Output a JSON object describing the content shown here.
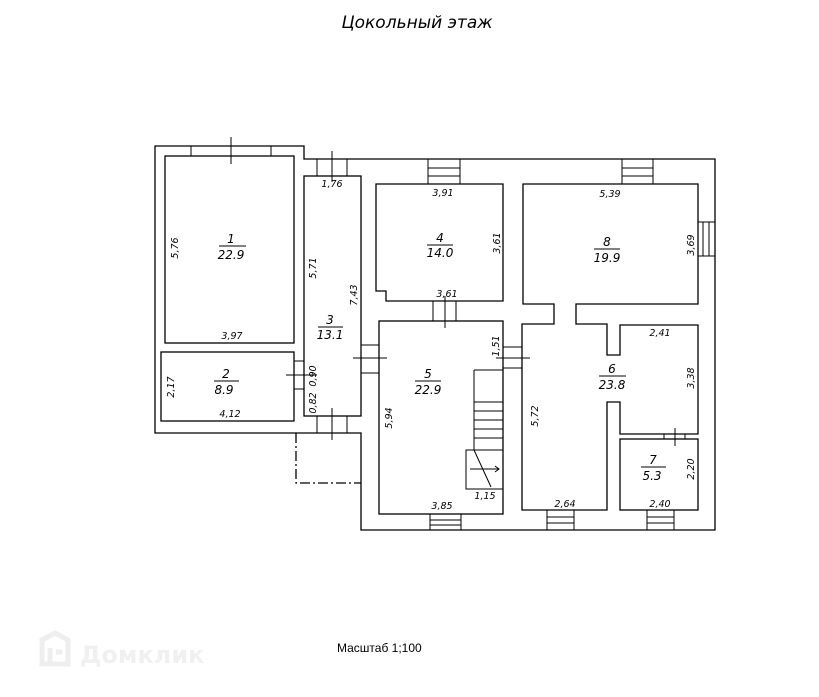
{
  "title": "Цокольный этаж",
  "scale_label": "Масштаб 1;100",
  "watermark": "Домклик",
  "rooms": [
    {
      "number": "1",
      "area": "22.9"
    },
    {
      "number": "2",
      "area": "8.9"
    },
    {
      "number": "3",
      "area": "13.1"
    },
    {
      "number": "4",
      "area": "14.0"
    },
    {
      "number": "5",
      "area": "22.9"
    },
    {
      "number": "6",
      "area": "23.8"
    },
    {
      "number": "7",
      "area": "5.3"
    },
    {
      "number": "8",
      "area": "19.9"
    }
  ],
  "dimensions": {
    "r1_h": "5,76",
    "r1_w": "3,97",
    "r2_h": "2,17",
    "r2_w": "4,12",
    "r3_top": "1,76",
    "r3_h1": "5,71",
    "r3_h2": "7,43",
    "r3_d1": "0,90",
    "r3_d2": "0,82",
    "r4_top": "3,91",
    "r4_h": "3,61",
    "r4_bottom": "3,61",
    "r5_h": "5,94",
    "r5_bottom": "3,85",
    "r5_stair": "1,15",
    "r5_side": "1,51",
    "r6_h": "5,72",
    "r6_bottom": "2,64",
    "r6_top": "2,41",
    "r6_side": "3,38",
    "r7_h": "2,20",
    "r7_bottom": "2,40",
    "r8_top": "5,39",
    "r8_h": "3,69"
  }
}
